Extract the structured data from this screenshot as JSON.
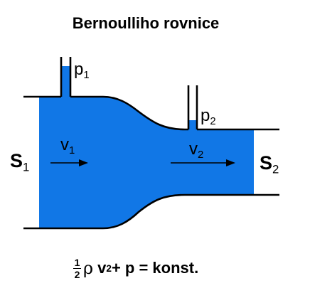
{
  "title": "Bernoulliho rovnice",
  "colors": {
    "fluid": "#1177e6",
    "outline": "#000000",
    "background": "#ffffff"
  },
  "labels": {
    "s1_main": "S",
    "s1_sub": "1",
    "s2_main": "S",
    "s2_sub": "2",
    "p1_main": "p",
    "p1_sub": "1",
    "p2_main": "p",
    "p2_sub": "2",
    "v1_main": "v",
    "v1_sub": "1",
    "v2_main": "v",
    "v2_sub": "2"
  },
  "formula": {
    "numerator": "1",
    "denominator": "2",
    "rho": "ρ",
    "v": "v",
    "exponent": "2",
    "rest": "+ p = konst."
  }
}
